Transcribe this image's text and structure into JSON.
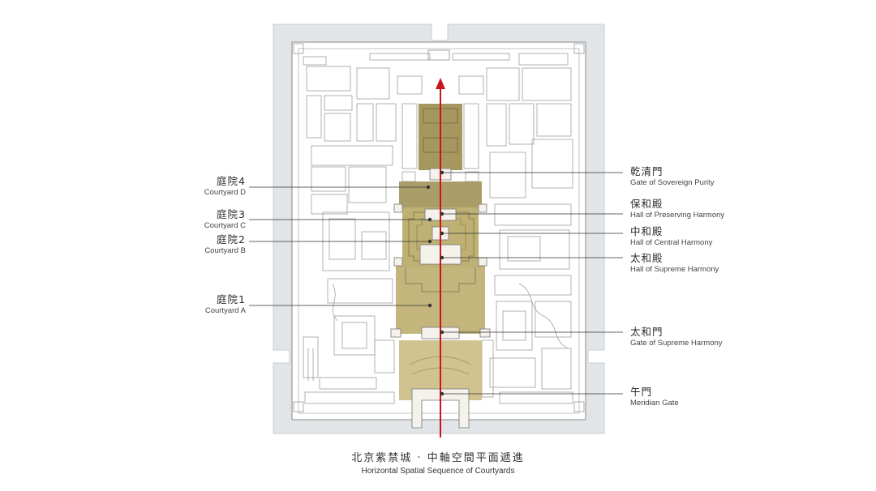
{
  "palette": {
    "outer_wall": "#e1e4e6",
    "building_line": "#9a9a9a",
    "courtyard_gold_dark": "#9c8c4e",
    "courtyard_gold": "#b8a865",
    "courtyard_gold_light": "#cfc08a",
    "axis_red": "#c8151b",
    "leader_line": "#333333"
  },
  "axis": {
    "direction": "north",
    "color_name": "red-axis-arrow"
  },
  "courtyards": [
    {
      "id": "courtyard-d",
      "zh": "庭院4",
      "en": "Courtyard D"
    },
    {
      "id": "courtyard-c",
      "zh": "庭院3",
      "en": "Courtyard C"
    },
    {
      "id": "courtyard-b",
      "zh": "庭院2",
      "en": "Courtyard B"
    },
    {
      "id": "courtyard-a",
      "zh": "庭院1",
      "en": "Courtyard A"
    }
  ],
  "buildings": [
    {
      "id": "gate-of-sovereign-purity",
      "zh": "乾清門",
      "en": "Gate of Sovereign Purity"
    },
    {
      "id": "hall-of-preserving-harmony",
      "zh": "保和殿",
      "en": "Hall of Preserving Harmony"
    },
    {
      "id": "hall-of-central-harmony",
      "zh": "中和殿",
      "en": "Hall of Central Harmony"
    },
    {
      "id": "hall-of-supreme-harmony",
      "zh": "太和殿",
      "en": "Hall of Supreme Harmony"
    },
    {
      "id": "gate-of-supreme-harmony",
      "zh": "太和門",
      "en": "Gate of Supreme Harmony"
    },
    {
      "id": "meridian-gate",
      "zh": "午門",
      "en": "Meridian Gate"
    }
  ],
  "caption": {
    "zh": "北京紫禁城 · 中軸空間平面遞進",
    "en": "Horizontal Spatial Sequence of Courtyards"
  }
}
